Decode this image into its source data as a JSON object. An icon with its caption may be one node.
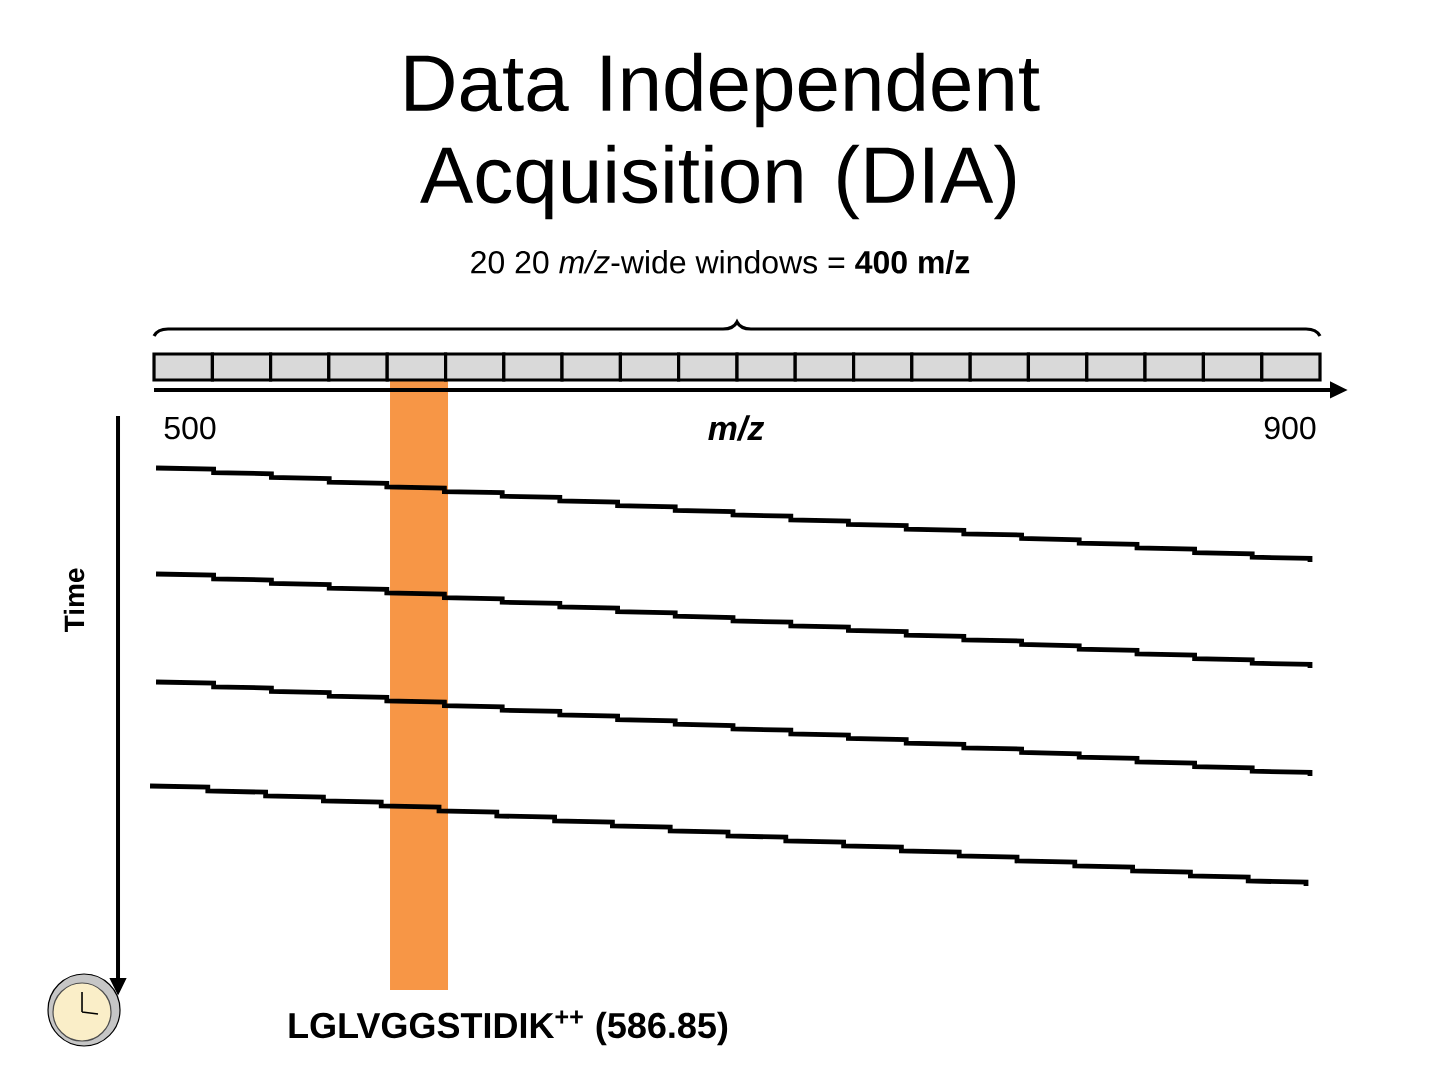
{
  "diagram": {
    "title": "Data Independent Acquisition (DIA)",
    "labels": [
      "20 20 *m/z*-wide windows = **400 m/z**",
      "500",
      "m/z",
      "900",
      "Time",
      "LGLVGGSTIDIK$^{++}$ (586.85)"
    ]
  }
}
